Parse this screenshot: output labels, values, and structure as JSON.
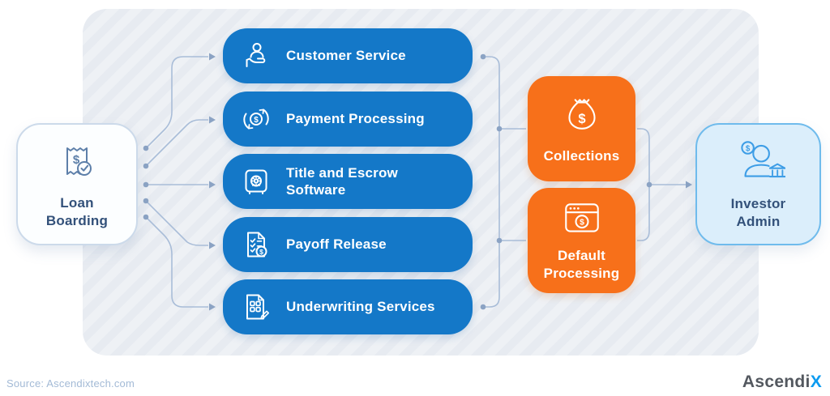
{
  "diagram": {
    "title_hint": "Loan servicing workflow",
    "start_node": {
      "label": "Loan Boarding",
      "icon": "receipt-check-icon"
    },
    "services": [
      {
        "label": "Customer Service",
        "icon": "customer-service-icon"
      },
      {
        "label": "Payment Processing",
        "icon": "payment-cycle-icon"
      },
      {
        "label": "Title and Escrow Software",
        "icon": "safe-icon"
      },
      {
        "label": "Payoff Release",
        "icon": "payoff-document-icon"
      },
      {
        "label": "Underwriting Services",
        "icon": "underwriting-document-icon"
      }
    ],
    "secondary_nodes": [
      {
        "label": "Collections",
        "icon": "money-bag-icon"
      },
      {
        "label": "Default Processing",
        "icon": "browser-dollar-icon"
      }
    ],
    "end_node": {
      "label": "Investor Admin",
      "icon": "investor-admin-icon"
    },
    "colors": {
      "service_blue": "#1478c8",
      "secondary_orange": "#f7701a",
      "start_node_fill": "#fcfeff",
      "end_node_fill": "#dbeefb",
      "end_node_border": "#6fbbec",
      "navy_text": "#33517a",
      "connector": "#a9bdd8",
      "logo_accent": "#0c9bf0"
    }
  },
  "footer": {
    "source_note": "Source: Ascendixtech.com",
    "logo_main": "Ascendi",
    "logo_accent": "X"
  }
}
